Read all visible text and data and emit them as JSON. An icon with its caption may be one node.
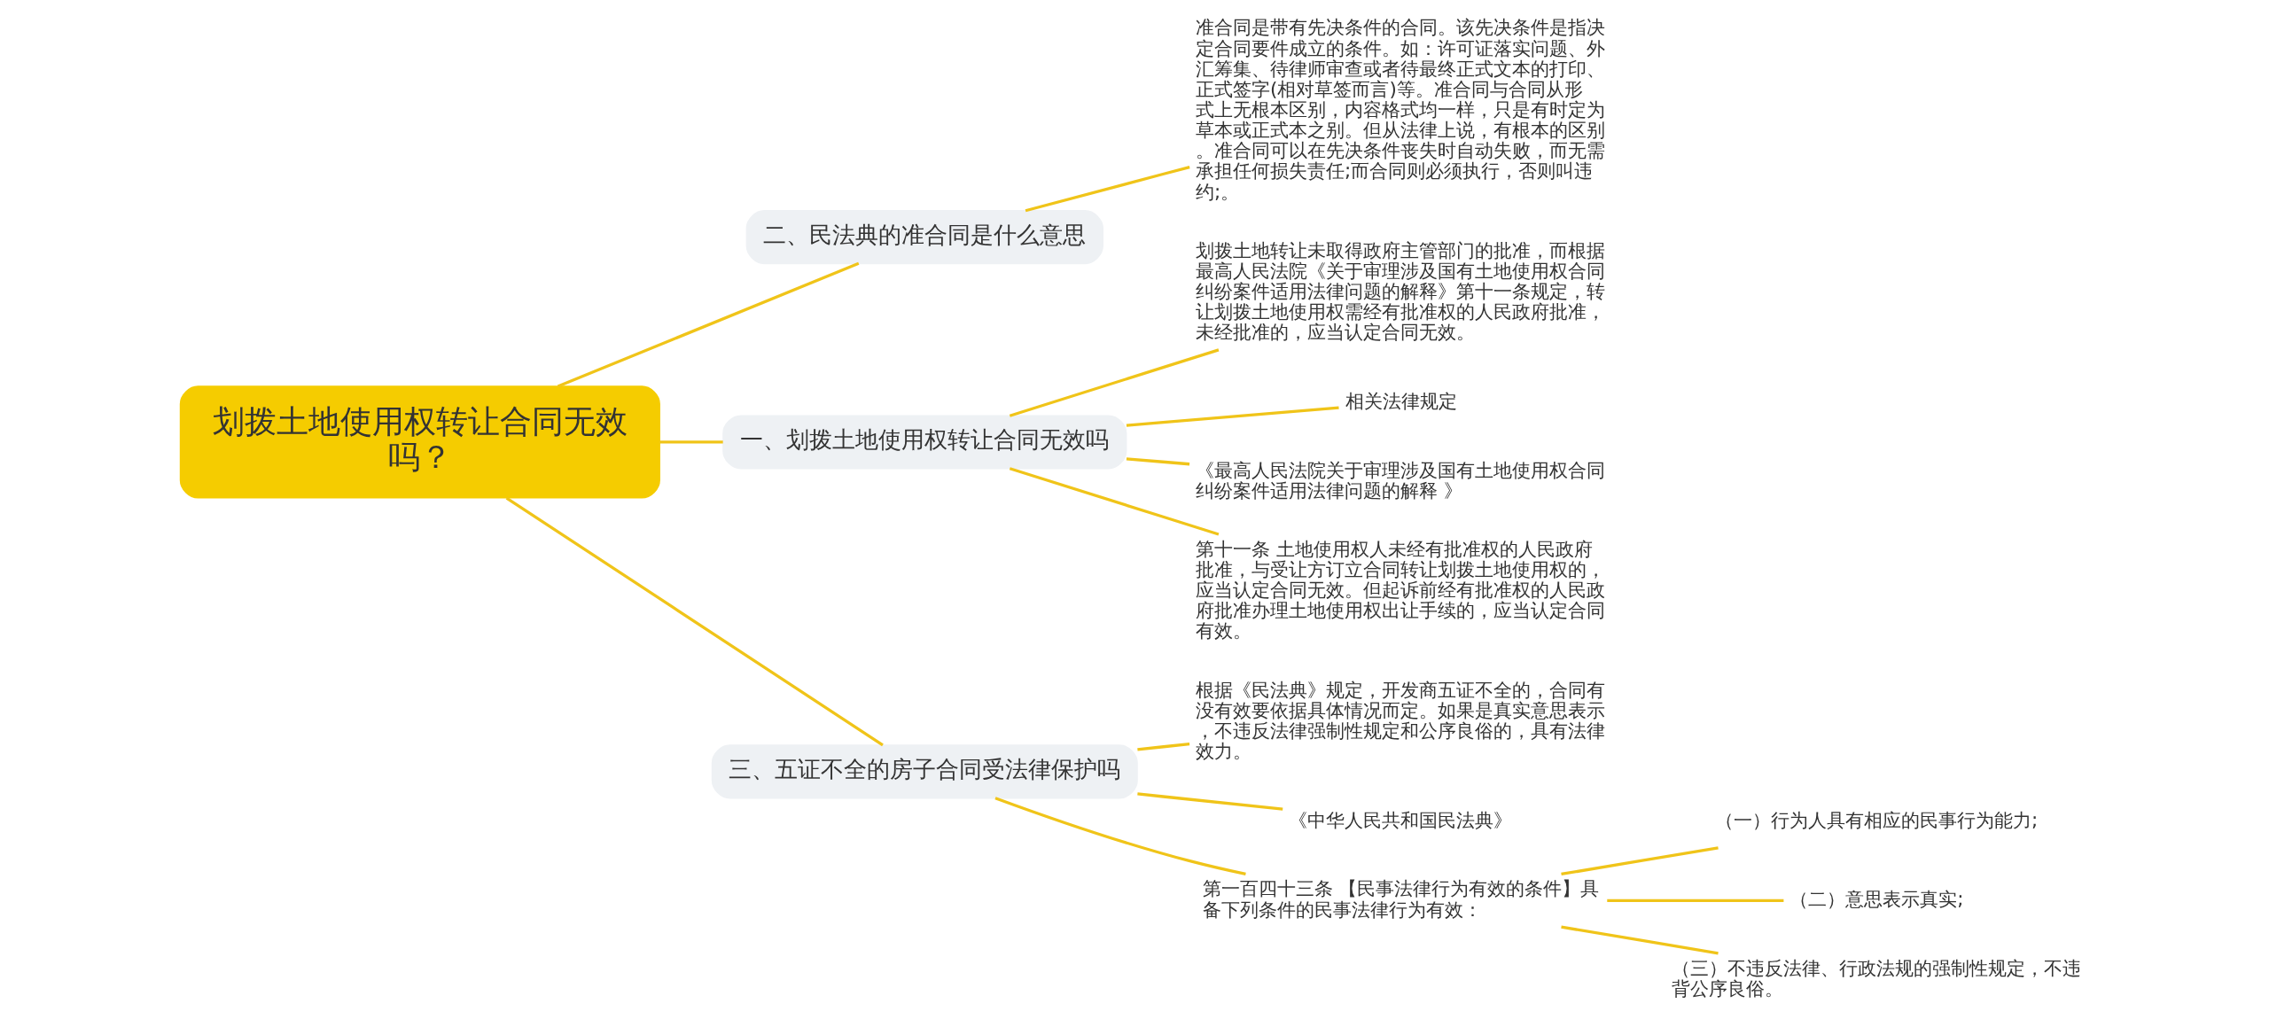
{
  "diagram": {
    "nodes": [
      {
        "text": [
          "划拨土地使用权转让合同无效吗？"
        ]
      },
      {
        "text": [
          "二、民法典的准合同是什么意思"
        ]
      },
      {
        "text": [
          "准合同是带有先决条件的合同。该先决条件是指决定合同要件成立的条件。如：许可证落实问题、外汇筹集、待律师审查或者待最终正式文本的打印、正式签字(相对草签而言)等。准合同与合同从形式上无根本区别，内容格式均一样，只是有时定为草本或正式本之别。但从法律上说，有根本的区别。准合同可以在先决条件丧失时自动失败，而无需承担任何损失责任;而合同则必须执行，否则叫违约;。"
        ]
      },
      {
        "text": [
          "一、划拨土地使用权转让合同无效吗"
        ]
      },
      {
        "text": [
          "划拨土地转让未取得政府主管部门的批准，而根据最高人民法院《关于审理涉及国有土地使用权合同纠纷案件适用法律问题的解释》第十一条规定，转让划拨土地使用权需经有批准权的人民政府批准，未经批准的，应当认定合同无效。"
        ]
      },
      {
        "text": [
          "相关法律规定"
        ]
      },
      {
        "text": [
          "《最高人民法院关于审理涉及国有土地使用权合同纠纷案件适用法律问题的解释 》"
        ]
      },
      {
        "text": [
          "第十一条 土地使用权人未经有批准权的人民政府批准，与受让方订立合同转让划拨土地使用权的，应当认定合同无效。但起诉前经有批准权的人民政府批准办理土地使用权出让手续的，应当认定合同有效。"
        ]
      },
      {
        "text": [
          "三、五证不全的房子合同受法律保护吗"
        ]
      },
      {
        "text": [
          "根据《民法典》规定，开发商五证不全的，合同有没有效要依据具体情况而定。如果是真实意思表示，不违反法律强制性规定和公序良俗的，具有法律效力。"
        ]
      },
      {
        "text": [
          "《中华人民共和国民法典》"
        ]
      },
      {
        "text": [
          "第一百四十三条 【民事法律行为有效的条件】具备下列条件的民事法律行为有效："
        ]
      },
      {
        "text": [
          "（一）行为人具有相应的民事行为能力;"
        ]
      },
      {
        "text": [
          "（二）意思表示真实;"
        ]
      },
      {
        "text": [
          "（三）不违反法律、行政法规的强制性规定，不违背公序良俗。"
        ]
      }
    ],
    "edges": [
      {
        "from": 0,
        "to": 1,
        "arrow": "none"
      },
      {
        "from": 1,
        "to": 2,
        "arrow": "none"
      },
      {
        "from": 0,
        "to": 3,
        "arrow": "none"
      },
      {
        "from": 3,
        "to": 4,
        "arrow": "none"
      },
      {
        "from": 3,
        "to": 5,
        "arrow": "none"
      },
      {
        "from": 3,
        "to": 6,
        "arrow": "none"
      },
      {
        "from": 3,
        "to": 7,
        "arrow": "none"
      },
      {
        "from": 0,
        "to": 8,
        "arrow": "none"
      },
      {
        "from": 8,
        "to": 9,
        "arrow": "none"
      },
      {
        "from": 8,
        "to": 10,
        "arrow": "none"
      },
      {
        "from": 8,
        "to": 11,
        "arrow": "none"
      },
      {
        "from": 11,
        "to": 12,
        "arrow": "none"
      },
      {
        "from": 11,
        "to": 13,
        "arrow": "none"
      },
      {
        "from": 11,
        "to": 14,
        "arrow": "none"
      }
    ]
  }
}
